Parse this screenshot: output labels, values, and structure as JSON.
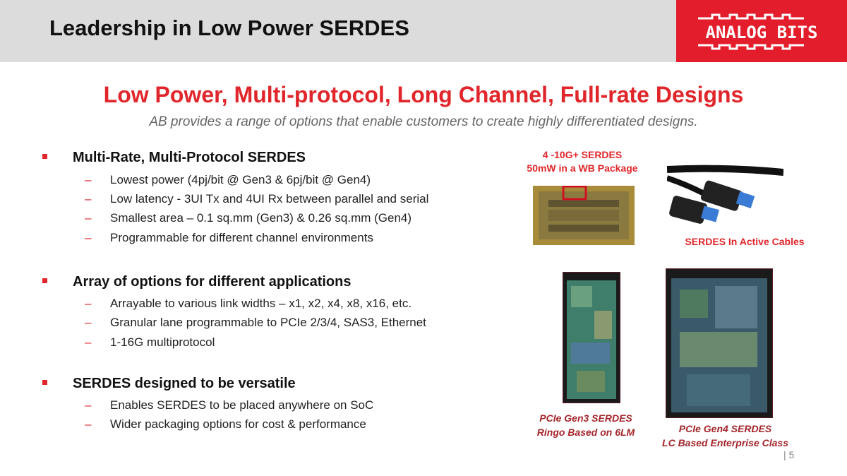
{
  "header": {
    "title": "Leadership in Low Power SERDES",
    "logo_text": "ANALOG BITS"
  },
  "headline": "Low Power, Multi-protocol, Long Channel, Full-rate Designs",
  "subtitle": "AB provides a range of options that enable customers to create highly differentiated designs.",
  "bullets": [
    {
      "label": "Multi-Rate, Multi-Protocol SERDES",
      "items": [
        "Lowest power (4pj/bit @ Gen3 & 6pj/bit @ Gen4)",
        "Low latency - 3UI Tx and 4UI Rx between parallel and serial",
        "Smallest area – 0.1 sq.mm (Gen3) & 0.26 sq.mm (Gen4)",
        "Programmable for different channel environments"
      ]
    },
    {
      "label": "Array of options for different applications",
      "items": [
        "Arrayable to various link widths – x1, x2, x4, x8, x16, etc.",
        "Granular lane programmable to PCIe 2/3/4, SAS3, Ethernet",
        "1-16G multiprotocol"
      ]
    },
    {
      "label": "SERDES designed to be versatile",
      "items": [
        "Enables SERDES to be placed anywhere on SoC",
        "Wider packaging options for cost & performance"
      ]
    }
  ],
  "captions": {
    "chip_line1": "4 -10G+ SERDES",
    "chip_line2": "50mW in a WB Package",
    "cables": "SERDES In Active Cables",
    "gen3_line1": "PCIe Gen3 SERDES",
    "gen3_line2": "Ringo Based on 6LM",
    "gen4_line1": "PCIe Gen4 SERDES",
    "gen4_line2": "LC Based Enterprise Class"
  },
  "page_number": "| 5",
  "colors": {
    "accent": "#e0262b",
    "logo_bg": "#e31d2b",
    "header_bg": "#dcdcdc"
  }
}
